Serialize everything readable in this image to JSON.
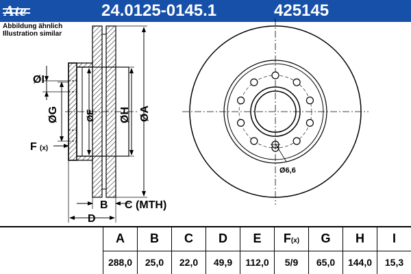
{
  "header": {
    "logo": "Ate",
    "part_number": "24.0125-0145.1",
    "article_number": "425145"
  },
  "notes": {
    "line1": "Abbildung ähnlich",
    "line2": "Illustration similar"
  },
  "labels": {
    "I": "ØI",
    "G": "ØG",
    "E": "ØE",
    "H": "ØH",
    "A": "ØA",
    "F": "F",
    "F_sub": "(x)",
    "B": "B",
    "C": "C (MTH)",
    "D": "D",
    "bolt_hole": "Ø6,6"
  },
  "table": {
    "headers": [
      "A",
      "B",
      "C",
      "D",
      "E",
      "F",
      "G",
      "H",
      "I"
    ],
    "F_header_sub": "(x)",
    "values": [
      "288,0",
      "25,0",
      "22,0",
      "49,9",
      "112,0",
      "5/9",
      "65,0",
      "144,0",
      "15,3"
    ]
  },
  "colors": {
    "header_bg": "#1650a8",
    "header_text": "#ffffff",
    "line": "#000000"
  }
}
